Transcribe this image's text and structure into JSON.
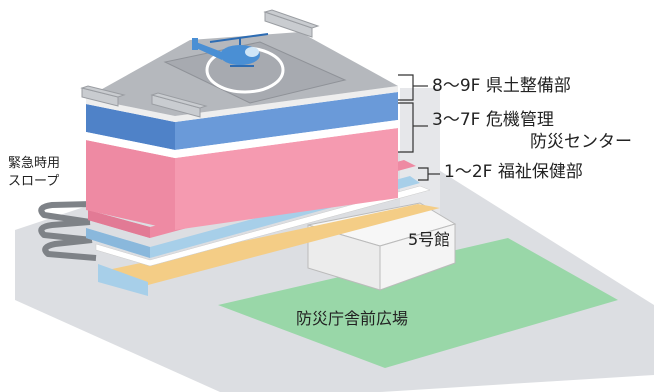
{
  "labels": {
    "floors_8_9": "8～9F 県土整備部",
    "floors_3_7_line1": "3～7F 危機管理",
    "floors_3_7_line2": "防災センター",
    "floors_1_2": "1～2F 福祉保健部",
    "emergency_slope_line1": "緊急時用",
    "emergency_slope_line2": "スロープ",
    "building5": "5号館",
    "plaza": "防災庁舎前広場"
  },
  "colors": {
    "ground": "#dcdee2",
    "roof": "#b5b8bd",
    "blue_band": "#5d8fd1",
    "pink_band": "#ee8aa3",
    "light_blue_band": "#a7cfe9",
    "yellow_band": "#f4cd86",
    "plaza_green": "#99d7a8",
    "building5_gray": "#eeeeee",
    "helicopter": "#4a8fd4"
  },
  "icons": {
    "helicopter": "helicopter-icon",
    "helipad": "helipad-h-mark"
  }
}
